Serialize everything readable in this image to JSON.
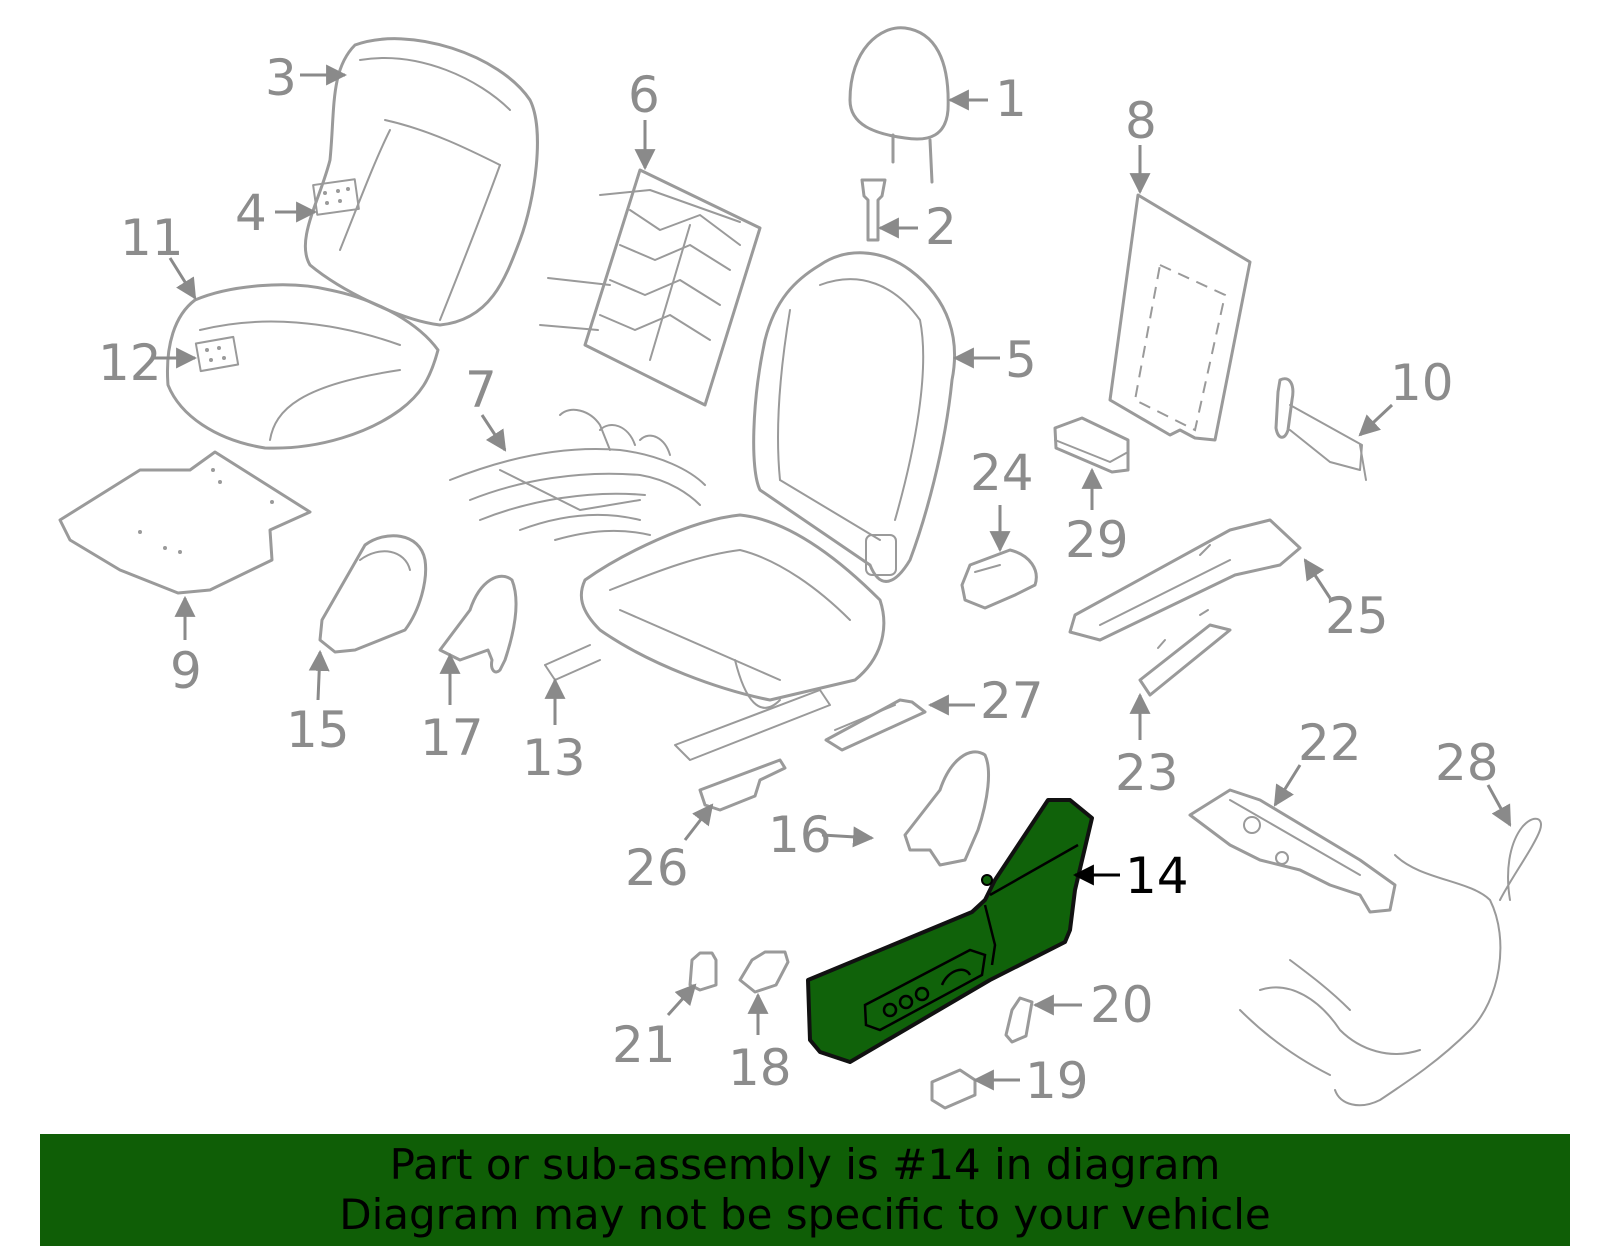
{
  "diagram": {
    "highlight_part": "14",
    "colors": {
      "highlight_fill": "#10620a",
      "line": "#9a9a9a",
      "label": "#8c8c8c",
      "highlight_label": "#000000"
    },
    "callouts": [
      "1",
      "2",
      "3",
      "4",
      "5",
      "6",
      "7",
      "8",
      "9",
      "10",
      "11",
      "12",
      "13",
      "14",
      "15",
      "16",
      "17",
      "18",
      "19",
      "20",
      "21",
      "22",
      "23",
      "24",
      "25",
      "26",
      "27",
      "28",
      "29"
    ]
  },
  "banner": {
    "line1": "Part or sub-assembly is #14 in diagram",
    "line2": "Diagram may not be specific to your vehicle",
    "background": "#0f5e06"
  }
}
